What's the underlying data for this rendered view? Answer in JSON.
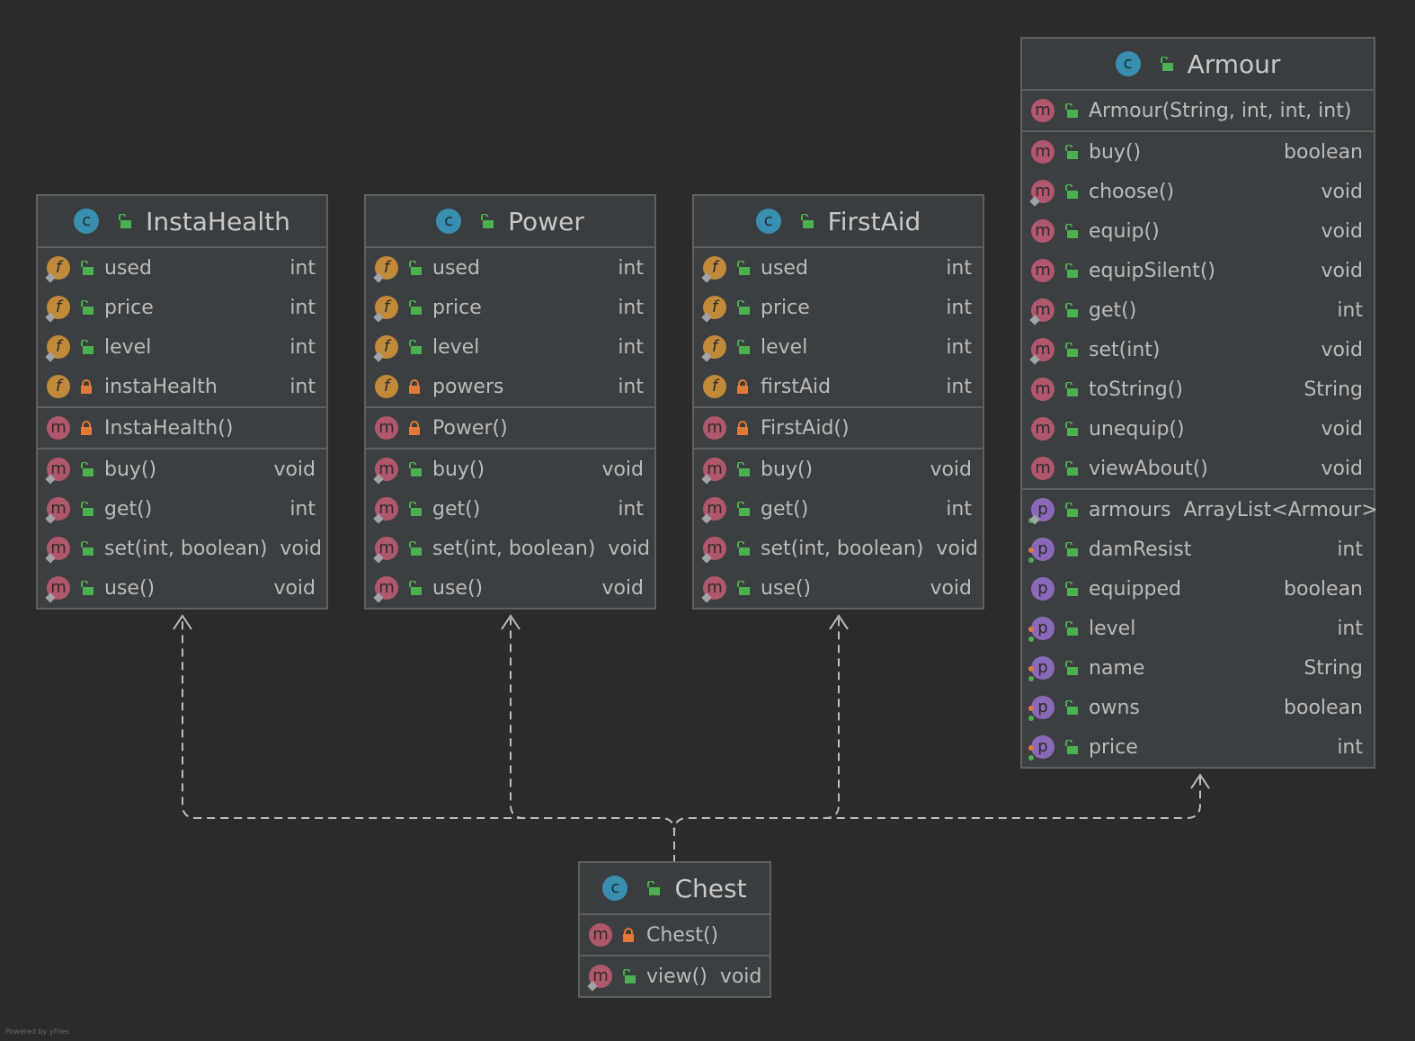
{
  "classes": {
    "instahealth": {
      "name": "InstaHealth",
      "fields": [
        {
          "name": "used",
          "type": "int"
        },
        {
          "name": "price",
          "type": "int"
        },
        {
          "name": "level",
          "type": "int"
        },
        {
          "name": "instaHealth",
          "type": "int"
        }
      ],
      "constructors": [
        {
          "name": "InstaHealth()",
          "type": ""
        }
      ],
      "methods": [
        {
          "name": "buy()",
          "type": "void"
        },
        {
          "name": "get()",
          "type": "int"
        },
        {
          "name": "set(int, boolean)",
          "type": "void"
        },
        {
          "name": "use()",
          "type": "void"
        }
      ]
    },
    "power": {
      "name": "Power",
      "fields": [
        {
          "name": "used",
          "type": "int"
        },
        {
          "name": "price",
          "type": "int"
        },
        {
          "name": "level",
          "type": "int"
        },
        {
          "name": "powers",
          "type": "int"
        }
      ],
      "constructors": [
        {
          "name": "Power()",
          "type": ""
        }
      ],
      "methods": [
        {
          "name": "buy()",
          "type": "void"
        },
        {
          "name": "get()",
          "type": "int"
        },
        {
          "name": "set(int, boolean)",
          "type": "void"
        },
        {
          "name": "use()",
          "type": "void"
        }
      ]
    },
    "firstaid": {
      "name": "FirstAid",
      "fields": [
        {
          "name": "used",
          "type": "int"
        },
        {
          "name": "price",
          "type": "int"
        },
        {
          "name": "level",
          "type": "int"
        },
        {
          "name": "firstAid",
          "type": "int"
        }
      ],
      "constructors": [
        {
          "name": "FirstAid()",
          "type": ""
        }
      ],
      "methods": [
        {
          "name": "buy()",
          "type": "void"
        },
        {
          "name": "get()",
          "type": "int"
        },
        {
          "name": "set(int, boolean)",
          "type": "void"
        },
        {
          "name": "use()",
          "type": "void"
        }
      ]
    },
    "armour": {
      "name": "Armour",
      "constructors": [
        {
          "name": "Armour(String, int, int, int)",
          "type": ""
        }
      ],
      "methods": [
        {
          "name": "buy()",
          "type": "boolean"
        },
        {
          "name": "choose()",
          "type": "void"
        },
        {
          "name": "equip()",
          "type": "void"
        },
        {
          "name": "equipSilent()",
          "type": "void"
        },
        {
          "name": "get()",
          "type": "int"
        },
        {
          "name": "set(int)",
          "type": "void"
        },
        {
          "name": "toString()",
          "type": "String"
        },
        {
          "name": "unequip()",
          "type": "void"
        },
        {
          "name": "viewAbout()",
          "type": "void"
        }
      ],
      "properties": [
        {
          "name": "armours",
          "type": "ArrayList<Armour>"
        },
        {
          "name": "damResist",
          "type": "int"
        },
        {
          "name": "equipped",
          "type": "boolean"
        },
        {
          "name": "level",
          "type": "int"
        },
        {
          "name": "name",
          "type": "String"
        },
        {
          "name": "owns",
          "type": "boolean"
        },
        {
          "name": "price",
          "type": "int"
        }
      ]
    },
    "chest": {
      "name": "Chest",
      "constructors": [
        {
          "name": "Chest()",
          "type": ""
        }
      ],
      "methods": [
        {
          "name": "view()",
          "type": "void"
        }
      ]
    }
  },
  "icons": {
    "class_badge": "c",
    "field_badge": "f",
    "method_badge": "m",
    "property_badge": "p"
  },
  "colors": {
    "background": "#2b2b2b",
    "class_badge": "#3a8fb0",
    "field_badge": "#c08a3a",
    "method_badge": "#b0586b",
    "property_badge": "#8a6ab8",
    "public": "#4caf50",
    "private": "#e07a3a"
  },
  "watermark": "Powered by yFiles"
}
